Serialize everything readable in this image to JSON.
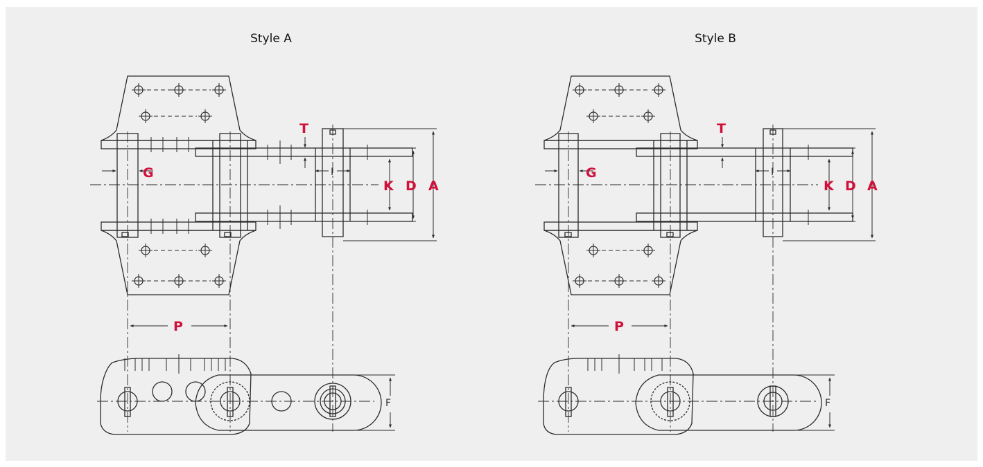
{
  "diagrams": [
    {
      "id": "a",
      "title": "Style A",
      "labels": {
        "T": "T",
        "G": "G",
        "I": "I",
        "K": "K",
        "D": "D",
        "A": "A",
        "P": "P",
        "F": "F"
      }
    },
    {
      "id": "b",
      "title": "Style B",
      "labels": {
        "T": "T",
        "G": "G",
        "I": "I",
        "K": "K",
        "D": "D",
        "A": "A",
        "P": "P",
        "F": "F"
      }
    }
  ],
  "colors": {
    "panel": "#efefef",
    "line": "#2a2a2a",
    "label": "#d0103a"
  }
}
